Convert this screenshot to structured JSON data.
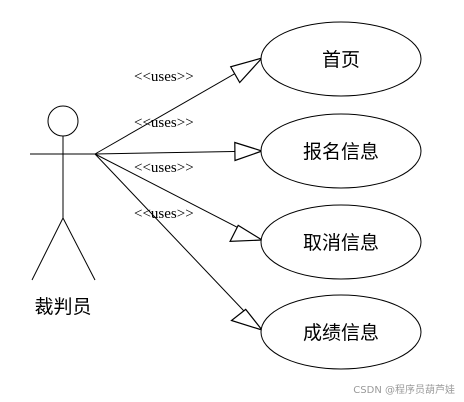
{
  "actor": {
    "name": "裁判员"
  },
  "stereotype_label": "<<uses>>",
  "use_cases": [
    {
      "label": "首页"
    },
    {
      "label": "报名信息"
    },
    {
      "label": "取消信息"
    },
    {
      "label": "成绩信息"
    }
  ],
  "watermark": "CSDN @程序员葫芦娃"
}
